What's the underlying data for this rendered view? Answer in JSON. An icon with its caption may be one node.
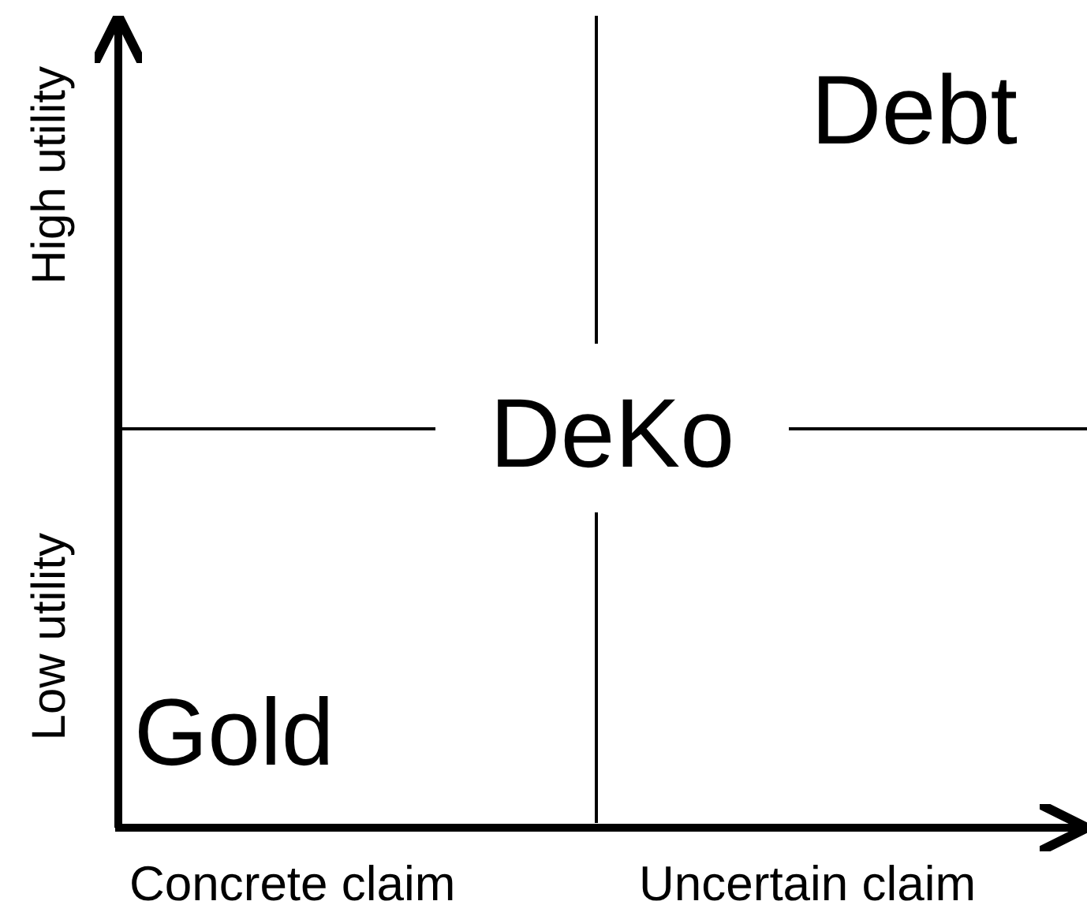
{
  "diagram": {
    "labels": [
      "Debt",
      "High utility",
      "DeKo",
      "Low utility",
      "Gold",
      "Concrete claim",
      "Uncertain claim"
    ]
  }
}
